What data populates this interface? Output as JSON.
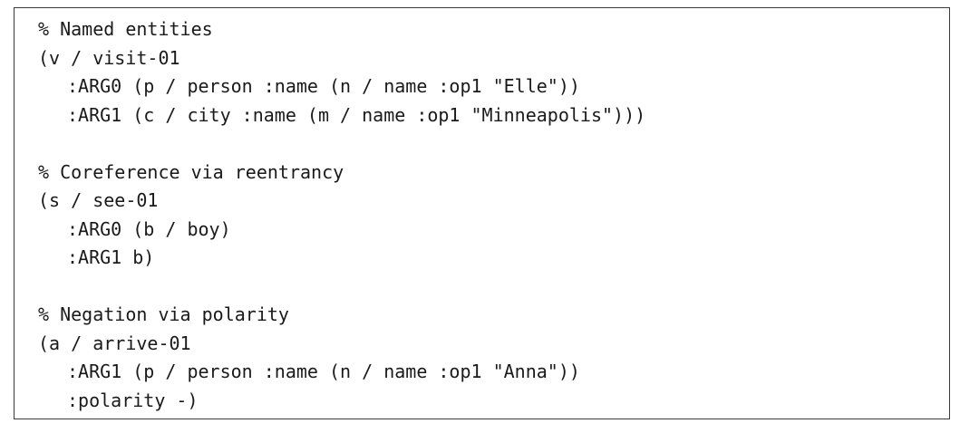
{
  "code": {
    "lines": [
      {
        "text": "% Named entities",
        "indent": false
      },
      {
        "text": "(v / visit-01",
        "indent": false
      },
      {
        "text": ":ARG0 (p / person :name (n / name :op1 \"Elle\"))",
        "indent": true
      },
      {
        "text": ":ARG1 (c / city :name (m / name :op1 \"Minneapolis\")))",
        "indent": true
      },
      {
        "text": "",
        "indent": false
      },
      {
        "text": "% Coreference via reentrancy",
        "indent": false
      },
      {
        "text": "(s / see-01",
        "indent": false
      },
      {
        "text": ":ARG0 (b / boy)",
        "indent": true
      },
      {
        "text": ":ARG1 b)",
        "indent": true
      },
      {
        "text": "",
        "indent": false
      },
      {
        "text": "% Negation via polarity",
        "indent": false
      },
      {
        "text": "(a / arrive-01",
        "indent": false
      },
      {
        "text": ":ARG1 (p / person :name (n / name :op1 \"Anna\"))",
        "indent": true
      },
      {
        "text": ":polarity -)",
        "indent": true
      }
    ]
  }
}
